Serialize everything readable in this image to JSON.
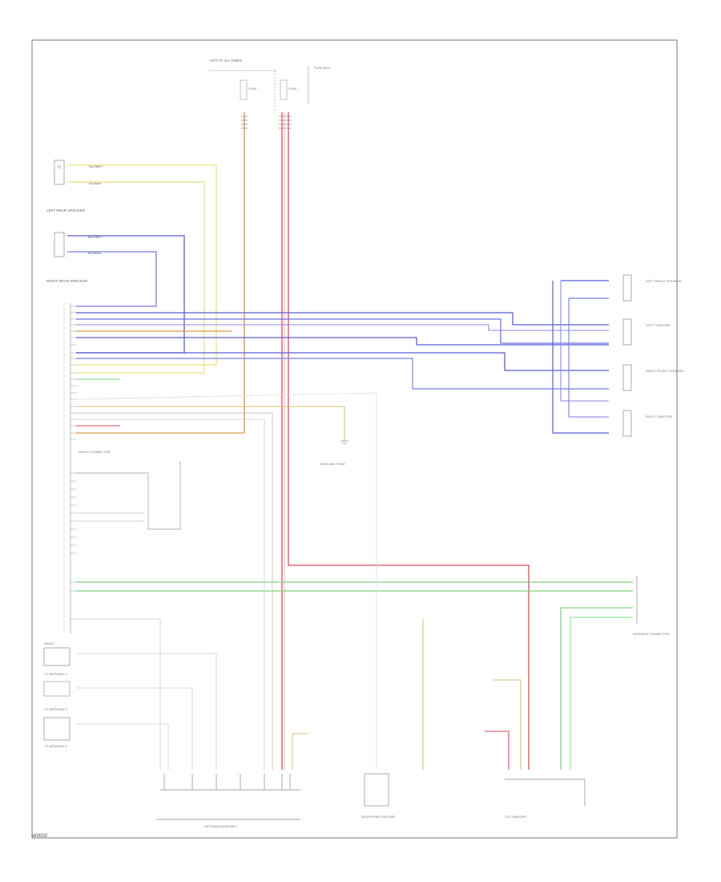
{
  "colors": {
    "yellow": "#ece37a",
    "blue": "#5b5bd6",
    "orange": "#d79a4a",
    "red": "#e04a5a",
    "green": "#7ed07e",
    "gray": "#b5b5b5",
    "border": "#777777"
  },
  "labels": {
    "hot_at_all_times_top": "HOT AT ALL TIMES",
    "fuse_a": "FUSE",
    "fuse_b": "FUSE",
    "fuse_box": "FUSE BOX",
    "left_rear_speaker": "LEFT REAR SPEAKER",
    "right_rear_speaker": "RIGHT REAR SPEAKER",
    "left_front_speaker": "LEFT FRONT SPEAKER",
    "left_tweeter": "LEFT TWEETER",
    "right_front_speaker": "RIGHT FRONT SPEAKER",
    "right_tweeter": "RIGHT TWEETER",
    "radio_connector": "RADIO CONNECTOR",
    "data_bus_connector": "DATA BUS CONNECTOR",
    "antenna_assembly": "ANTENNA ASSEMBLY",
    "telephone_ground": "TELEPHONE GROUND",
    "cd_changer": "CD CHANGER",
    "ground_point": "GROUND POINT",
    "radio": "RADIO",
    "tv_antenna_1": "TV ANTENNA 1",
    "tv_antenna_2": "TV ANTENNA 2",
    "tv_antenna_3": "TV ANTENNA 3"
  },
  "wire_colors": {
    "yel_wht": "YEL/WHT",
    "yel_blk": "YEL/BLK",
    "blu_wht": "BLU/WHT",
    "blu_blk": "BLU/BLK",
    "grn": "GRN",
    "wht": "WHT",
    "brn": "BRN",
    "red": "RED",
    "org": "ORG"
  },
  "diagram_code": "W0000"
}
